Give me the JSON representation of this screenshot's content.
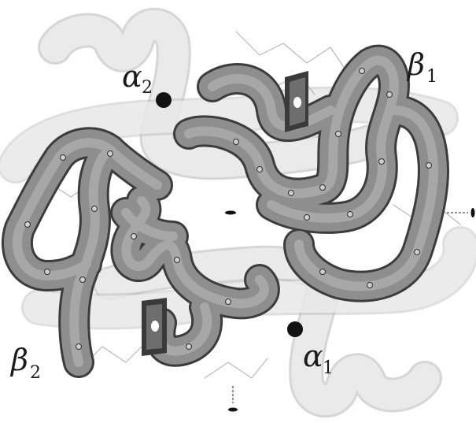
{
  "figure": {
    "labels": {
      "beta1": {
        "main": "β",
        "sub": "1"
      },
      "alpha2": {
        "main": "α",
        "sub": "2"
      },
      "beta2": {
        "main": "β",
        "sub": "2"
      },
      "alpha1": {
        "main": "α",
        "sub": "1"
      }
    },
    "colors": {
      "background": "#ffffff",
      "beta_tube_fill": "#8a8a8a",
      "beta_tube_stroke": "#3a3a3a",
      "alpha_tube_fill": "#e6e6e6",
      "alpha_tube_stroke": "#9a9a9a",
      "heme": "#5a5a5a",
      "label": "#1a1a1a"
    },
    "markers": {
      "heme_groups": [
        "heme-beta1",
        "heme-beta2"
      ],
      "contact_points": [
        "alpha2-point",
        "alpha1-point"
      ],
      "symmetry_axis_icons": [
        "center-dyad",
        "right-dyad",
        "bottom-dyad"
      ]
    }
  }
}
